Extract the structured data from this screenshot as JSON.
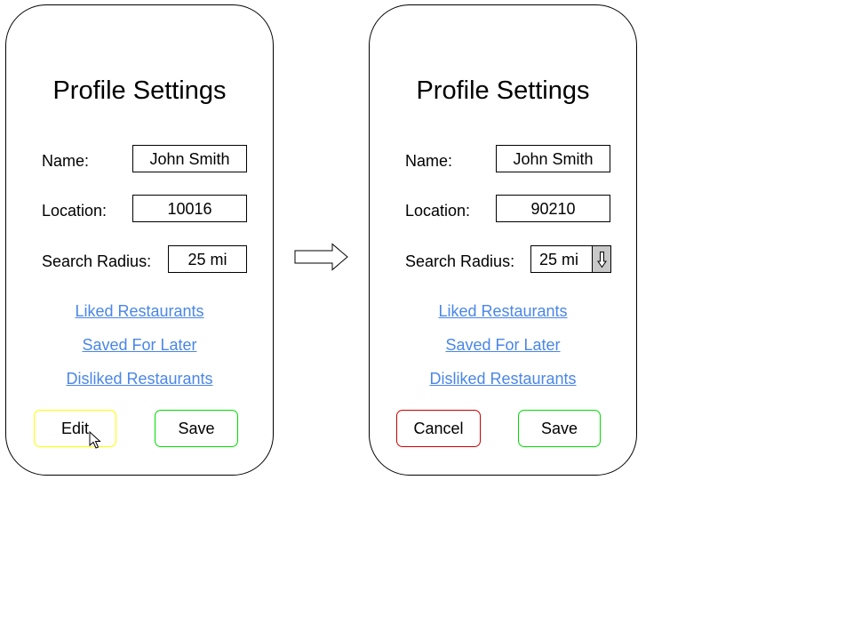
{
  "colors": {
    "link": "#4a86e8",
    "edit_border": "#ffff00",
    "save_border": "#00dd00",
    "cancel_border": "#cc0000",
    "stepper_fill": "#c8c8c8"
  },
  "view_screen": {
    "title": "Profile Settings",
    "name_label": "Name:",
    "name_value": "John Smith",
    "location_label": "Location:",
    "location_value": "10016",
    "radius_label": "Search Radius:",
    "radius_value": "25 mi",
    "links": [
      "Liked Restaurants",
      "Saved For Later",
      "Disliked Restaurants"
    ],
    "edit_label": "Edit",
    "save_label": "Save",
    "cursor_icon": "pointer-cursor-icon"
  },
  "edit_screen": {
    "title": "Profile Settings",
    "name_label": "Name:",
    "name_value": "John Smith",
    "location_label": "Location:",
    "location_value": "90210",
    "radius_label": "Search Radius:",
    "radius_value": "25 mi",
    "radius_dropdown_icon": "down-arrow-icon",
    "links": [
      "Liked Restaurants",
      "Saved For Later",
      "Disliked Restaurants"
    ],
    "cancel_label": "Cancel",
    "save_label": "Save"
  },
  "transition_icon": "right-arrow-icon"
}
